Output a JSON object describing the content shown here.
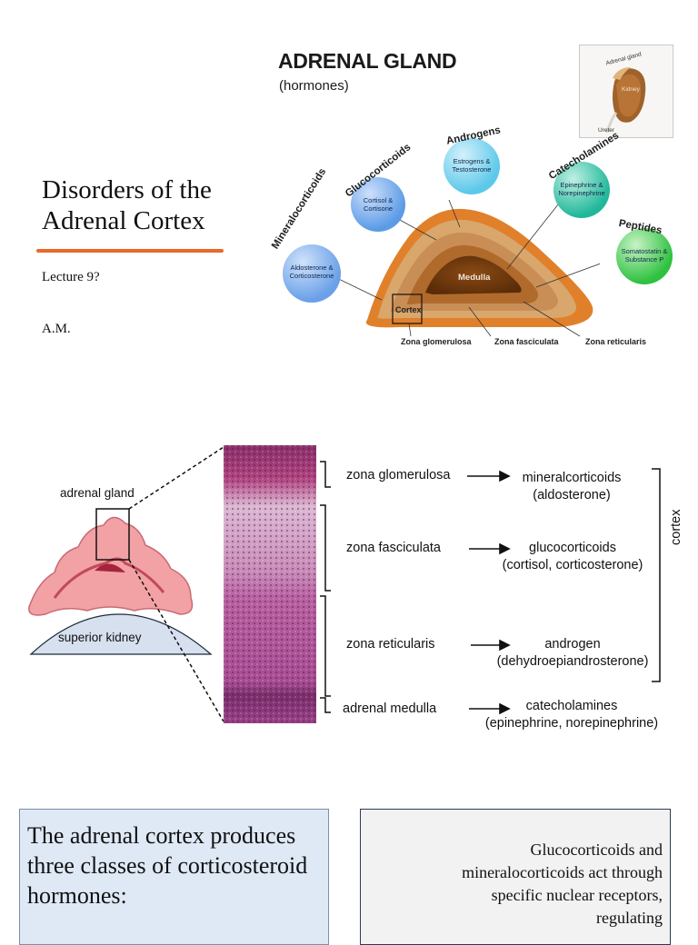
{
  "slide1": {
    "title_line1": "Disorders of the",
    "title_line2": "Adrenal Cortex",
    "lecture": "Lecture 9?",
    "author": "A.M.",
    "accent_color": "#e9692c",
    "figure": {
      "heading": "ADRENAL GLAND",
      "subheading": "(hormones)",
      "inset": {
        "gland": "Adrenal gland",
        "kidney": "Kidney",
        "ureter": "Ureter"
      },
      "bubbles": [
        {
          "name": "Mineralocorticoids",
          "content": "Aldosterone & Corticosterone",
          "color": "#6aa0e8"
        },
        {
          "name": "Glucocorticoids",
          "content": "Cortisol & Cortisone",
          "color": "#5b9be6"
        },
        {
          "name": "Androgens",
          "content": "Estrogens & Testosterone",
          "color": "#5cc8ea"
        },
        {
          "name": "Catecholamines",
          "content": "Epinephrine & Norepinephrine",
          "color": "#21b79a"
        },
        {
          "name": "Peptides",
          "content": "Somatostatin & Substance P",
          "color": "#2fc140"
        }
      ],
      "zones": {
        "medulla": "Medulla",
        "cortex": "Cortex",
        "glomerulosa": "Zona glomerulosa",
        "fasciculata": "Zona fasciculata",
        "reticularis": "Zona reticularis"
      }
    }
  },
  "slide2": {
    "adrenal_gland_label": "adrenal gland",
    "kidney_label": "superior kidney",
    "cortex_label": "cortex",
    "rows": [
      {
        "zone": "zona glomerulosa",
        "hormone": "mineralcorticoids",
        "example": "(aldosterone)"
      },
      {
        "zone": "zona fasciculata",
        "hormone": "glucocorticoids",
        "example": "(cortisol, corticosterone)"
      },
      {
        "zone": "zona reticularis",
        "hormone": "androgen",
        "example": "(dehydroepiandrosterone)"
      },
      {
        "zone": "adrenal medulla",
        "hormone": "catecholamines",
        "example": "(epinephrine, norepinephrine)"
      }
    ]
  },
  "slide3": {
    "left_text": "The adrenal cortex produces three classes of corticosteroid hormones:",
    "right_line1": "Glucocorticoids and",
    "right_line2": "mineralocorticoids act through",
    "right_line3": "specific nuclear receptors,",
    "right_line4": "regulating"
  }
}
